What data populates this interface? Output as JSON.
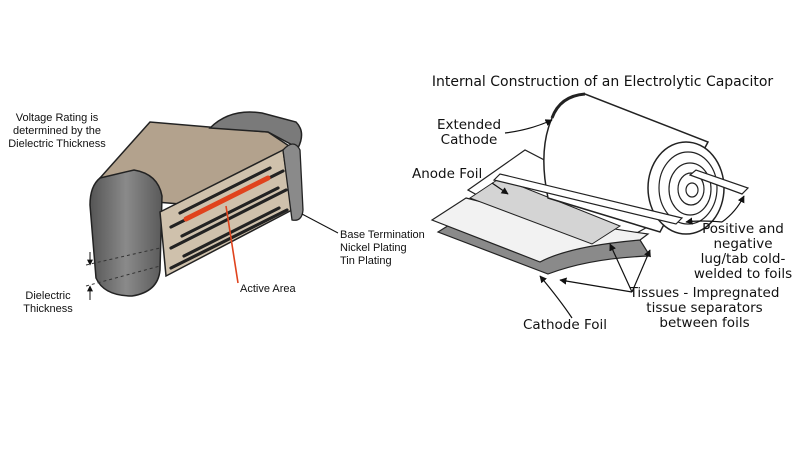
{
  "left_diagram": {
    "voltage_note": "Voltage Rating is\ndetermined by the\nDielectric Thickness",
    "termination_label": "Base Termination\nNickel Plating\nTin Plating",
    "active_area_label": "Active Area",
    "dielectric_label": "Dielectric\nThickness"
  },
  "right_diagram": {
    "title": "Internal Construction of an Electrolytic Capacitor",
    "extended_cathode_label": "Extended\nCathode",
    "anode_foil_label": "Anode Foil",
    "cathode_foil_label": "Cathode Foil",
    "lug_label": "Positive and\nnegative\nlug/tab cold-\nwelded to foils",
    "tissues_label": "Tissues - Impregnated\ntissue separators\nbetween foils"
  },
  "colors": {
    "termination_gray": "#707070",
    "dielectric_tan": "#b5a38e",
    "electrode_dark": "#2a2a2a",
    "active_area_red": "#e0431d",
    "anode_foil_gray": "#d4d4d4",
    "cathode_foil_gray": "#8a8a8a"
  }
}
